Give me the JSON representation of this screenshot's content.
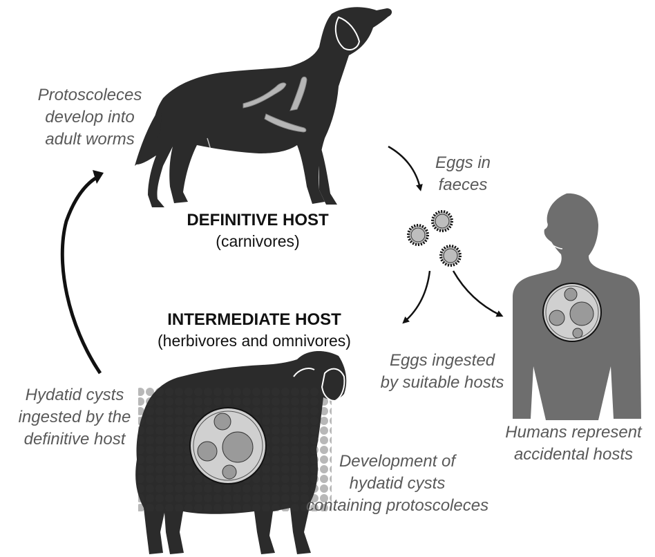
{
  "hosts": {
    "definitive": {
      "title": "DEFINITIVE HOST",
      "subtitle": "(carnivores)"
    },
    "intermediate": {
      "title": "INTERMEDIATE HOST",
      "subtitle": "(herbivores and omnivores)"
    }
  },
  "labels": {
    "protoscoleces": [
      "Protoscoleces",
      "develop into",
      "adult worms"
    ],
    "eggs_faeces": [
      "Eggs in",
      "faeces"
    ],
    "eggs_ingested": [
      "Eggs ingested",
      "by suitable hosts"
    ],
    "humans": [
      "Humans represent",
      "accidental hosts"
    ],
    "hydatid_ingested": [
      "Hydatid cysts",
      "ingested by the",
      "definitive host"
    ],
    "development": [
      "Development of",
      "hydatid cysts",
      "containing protoscoleces"
    ]
  },
  "colors": {
    "animal": "#2b2b2b",
    "human": "#6e6e6e",
    "worm": "#b5b5b5",
    "cyst_fill": "#d0d0d0",
    "label_text": "#595959",
    "title_text": "#111111"
  },
  "icons": [
    "dog-silhouette",
    "sheep-silhouette",
    "human-silhouette",
    "egg-icon",
    "hydatid-cyst-icon",
    "tapeworm-icon",
    "arrow-icon"
  ]
}
